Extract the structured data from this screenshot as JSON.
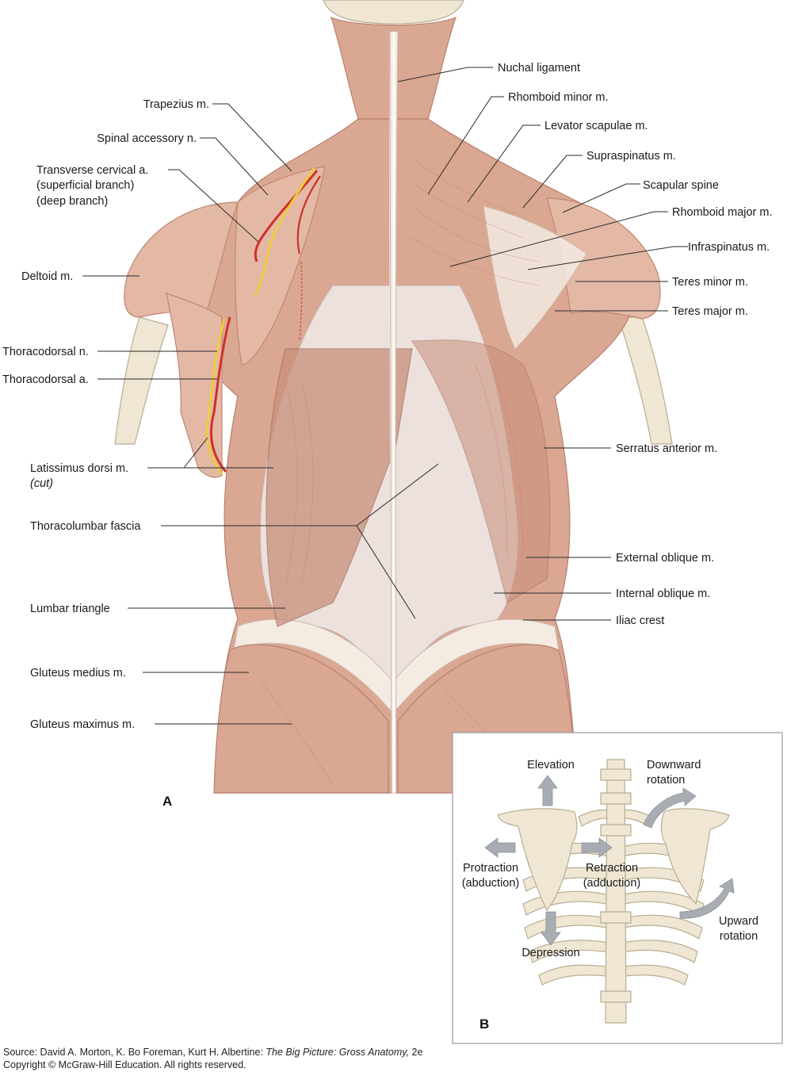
{
  "labels": {
    "nuchal_ligament": "Nuchal ligament",
    "trapezius": "Trapezius m.",
    "rhomboid_minor": "Rhomboid minor m.",
    "spinal_accessory": "Spinal accessory n.",
    "levator_scapulae": "Levator scapulae m.",
    "supraspinatus": "Supraspinatus m.",
    "transverse_cervical_1": "Transverse cervical a.",
    "transverse_cervical_2": "(superficial branch)",
    "transverse_cervical_3": "(deep branch)",
    "scapular_spine": "Scapular spine",
    "rhomboid_major": "Rhomboid major m.",
    "infraspinatus": "Infraspinatus m.",
    "deltoid": "Deltoid m.",
    "teres_minor": "Teres minor m.",
    "teres_major": "Teres major m.",
    "thoracodorsal_n": "Thoracodorsal n.",
    "thoracodorsal_a": "Thoracodorsal a.",
    "serratus_anterior": "Serratus anterior m.",
    "latissimus_1": "Latissimus dorsi m.",
    "latissimus_2": "(cut)",
    "thoracolumbar_fascia": "Thoracolumbar fascia",
    "external_oblique": "External oblique m.",
    "internal_oblique": "Internal oblique m.",
    "lumbar_triangle": "Lumbar triangle",
    "iliac_crest": "Iliac crest",
    "gluteus_medius": "Gluteus medius m.",
    "gluteus_maximus": "Gluteus maximus m."
  },
  "panel_a": {
    "letter": "A"
  },
  "panel_b": {
    "letter": "B",
    "elevation": "Elevation",
    "downward_1": "Downward",
    "downward_2": "rotation",
    "protraction_1": "Protraction",
    "protraction_2": "(abduction)",
    "retraction_1": "Retraction",
    "retraction_2": "(adduction)",
    "upward_1": "Upward",
    "upward_2": "rotation",
    "depression": "Depression"
  },
  "credit": {
    "line1_prefix": "Source: David A. Morton, K. Bo Foreman, Kurt H. Albertine: ",
    "line1_title": "The Big Picture: Gross Anatomy,",
    "line1_edition": " 2e",
    "line2": "Copyright © McGraw-Hill Education. All rights reserved."
  },
  "colors": {
    "muscle": "#d9a792",
    "fascia": "#ece1dc",
    "bone": "#efe6d3",
    "artery": "#d0302a",
    "nerve": "#f2cf2a",
    "arrow": "#a8adb3"
  }
}
